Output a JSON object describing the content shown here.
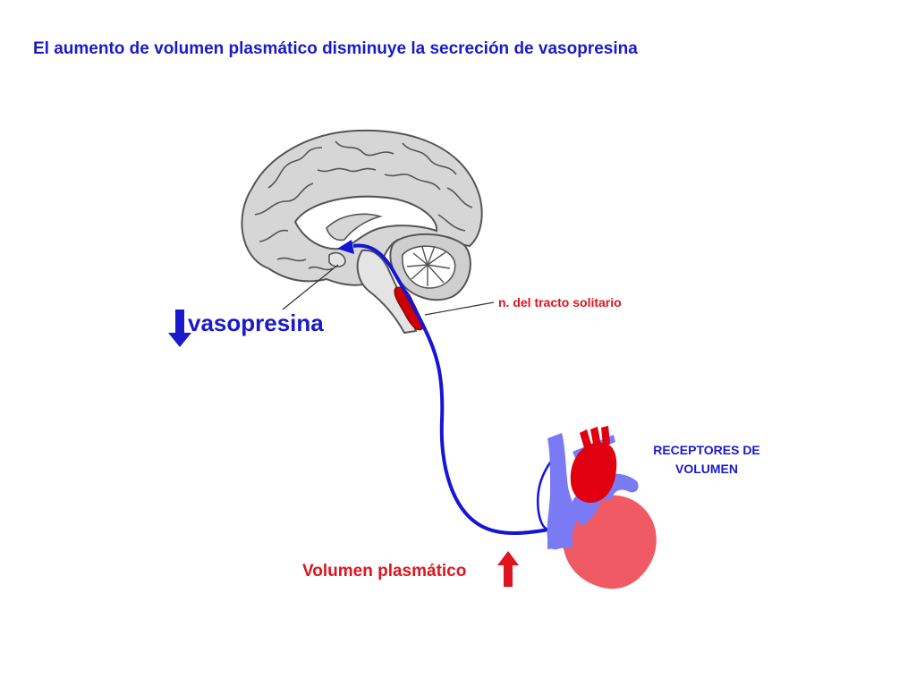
{
  "title": "El aumento de volumen plasmático disminuye la secreción de vasopresina",
  "labels": {
    "nucleus": "n. del tracto solitario",
    "hormone": "vasopresina",
    "receptors_line1": "RECEPTORES DE",
    "receptors_line2": "VOLUMEN",
    "plasma_volume": "Volumen plasmático"
  },
  "indicators": {
    "hormone_direction": "down",
    "plasma_volume_direction": "up"
  },
  "colors": {
    "title": "#1a1acc",
    "red_text": "#e0141e",
    "blue_text": "#1a1acc",
    "nerve": "#1515d6",
    "brain_fill": "#d6d6d6",
    "heart_red": "#f05a64",
    "heart_bright_red": "#e0000f",
    "heart_blue": "#7a7af5"
  }
}
